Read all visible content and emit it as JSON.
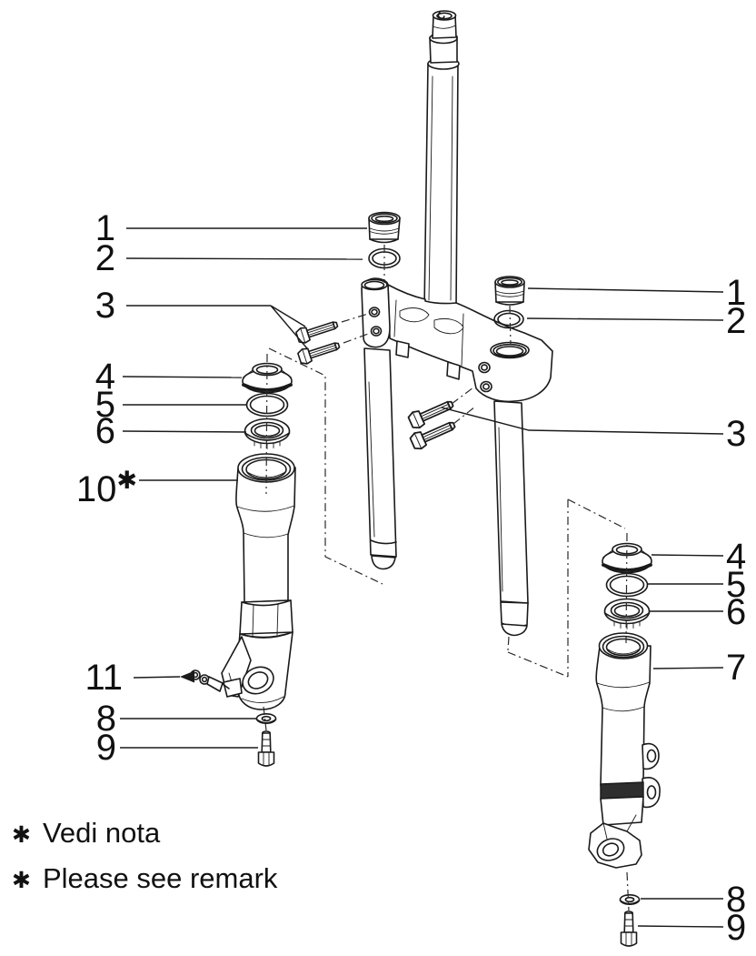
{
  "diagram": {
    "callouts": {
      "left": [
        {
          "id": "fork-cap",
          "label": "1"
        },
        {
          "id": "cap-oring",
          "label": "2"
        },
        {
          "id": "clamp-bolts",
          "label": "3"
        },
        {
          "id": "dust-seal",
          "label": "4"
        },
        {
          "id": "seal-oring",
          "label": "5"
        },
        {
          "id": "ring-nut",
          "label": "6"
        },
        {
          "id": "outer-tube",
          "label": "10",
          "suffix": "✱"
        },
        {
          "id": "pinch-screws",
          "label": "11"
        },
        {
          "id": "washer",
          "label": "8"
        },
        {
          "id": "bottom-bolt",
          "label": "9"
        }
      ],
      "right": [
        {
          "id": "fork-cap",
          "label": "1"
        },
        {
          "id": "cap-oring",
          "label": "2"
        },
        {
          "id": "clamp-bolts",
          "label": "3"
        },
        {
          "id": "dust-seal",
          "label": "4"
        },
        {
          "id": "seal-oring",
          "label": "5"
        },
        {
          "id": "ring-nut",
          "label": "6"
        },
        {
          "id": "outer-tube",
          "label": "7"
        },
        {
          "id": "washer",
          "label": "8"
        },
        {
          "id": "bottom-bolt",
          "label": "9"
        }
      ]
    },
    "footnotes": [
      {
        "marker": "✱",
        "text": "Vedi nota"
      },
      {
        "marker": "✱",
        "text": "Please see remark"
      }
    ]
  }
}
